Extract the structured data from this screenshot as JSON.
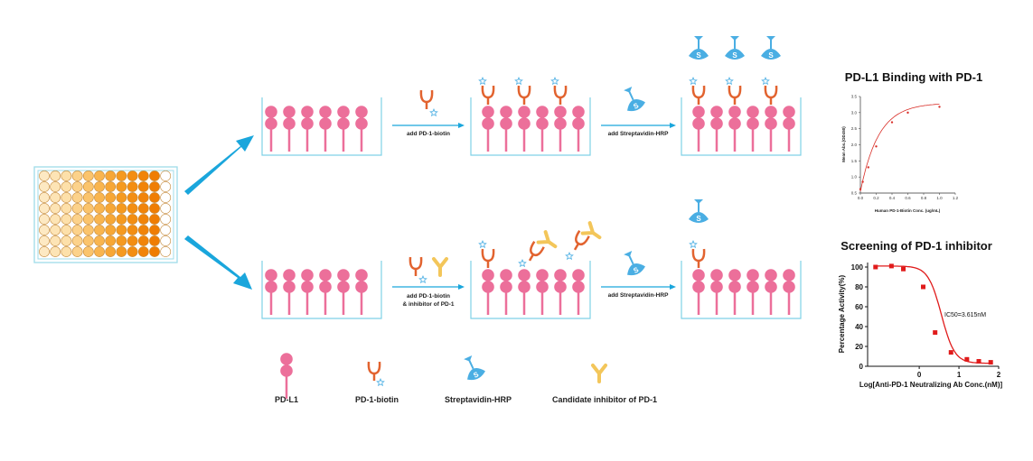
{
  "steps": {
    "top_step1": "add PD-1-biotin",
    "top_step2": "add Streptavidin-HRP",
    "bottom_step1_line1": "add PD-1-biotin",
    "bottom_step1_line2": "& inhibitor of PD-1",
    "bottom_step2": "add Streptavidin-HRP",
    "hrp_glyph": "S"
  },
  "legend": {
    "pdl1": "PD-L1",
    "pd1_biotin": "PD-1-biotin",
    "streptavidin_hrp": "Streptavidin-HRP",
    "inhibitor": "Candidate inhibitor of PD-1"
  },
  "colors": {
    "pdl1": "#ec6f9a",
    "pd1": "#e2632f",
    "arrow": "#1aa6dc",
    "hrp": "#4aaee3",
    "inhibitor": "#f3c65a",
    "curve": "#d9302a",
    "well_border": "#7fd1e6"
  },
  "chart_data": [
    {
      "type": "line",
      "title": "PD-L1 Binding with PD-1",
      "xlabel": "Human PD-1-Biotin Conc. (ug/mL)",
      "ylabel": "Mean Abs.(OD450)",
      "xlim": [
        0,
        1.2
      ],
      "ylim": [
        0.5,
        3.5
      ],
      "xticks": [
        "0.0",
        "0.2",
        "0.4",
        "0.6",
        "0.8",
        "1.0",
        "1.2"
      ],
      "yticks": [
        "0.5",
        "1.0",
        "1.5",
        "2.0",
        "2.5",
        "3.0",
        "3.5"
      ],
      "series": [
        {
          "x": [
            0.0,
            0.03,
            0.1,
            0.2,
            0.4,
            0.6,
            1.0
          ],
          "y": [
            0.62,
            0.85,
            1.3,
            1.95,
            2.7,
            3.0,
            3.18
          ]
        }
      ]
    },
    {
      "type": "scatter",
      "title": "Screening of PD-1 inhibitor",
      "xlabel": "Log[Anti-PD-1 Neutralizing Ab Conc.(nM)]",
      "ylabel": "Percentage Activity(%)",
      "xlim": [
        -1.3,
        2
      ],
      "ylim": [
        0,
        100
      ],
      "xticks": [
        "0",
        "1",
        "2"
      ],
      "yticks": [
        "0",
        "20",
        "40",
        "60",
        "80",
        "100"
      ],
      "annotation": "IC50=3.615nM",
      "ic50_log": 0.558,
      "series": [
        {
          "x": [
            -1.1,
            -0.7,
            -0.4,
            0.1,
            0.4,
            0.8,
            1.2,
            1.5,
            1.8
          ],
          "y": [
            100,
            101,
            98,
            80,
            34,
            14,
            7,
            5,
            4
          ]
        }
      ]
    }
  ]
}
